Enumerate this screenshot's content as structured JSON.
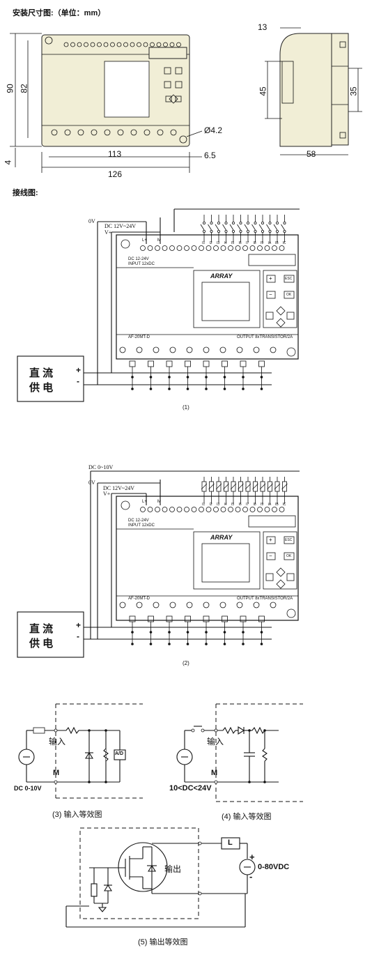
{
  "headings": {
    "install": "安装尺寸图:（单位：mm）",
    "wiring": "接线图:"
  },
  "dimensions": {
    "front": {
      "h90": "90",
      "h82": "82",
      "h4": "4",
      "w113": "113",
      "w126": "126",
      "hole": "Ø4.2",
      "w65": "6.5"
    },
    "side": {
      "d13": "13",
      "h45": "45",
      "h35": "35",
      "w58": "58"
    }
  },
  "wiring1": {
    "v0": "0V",
    "dc": "DC 12V~24V",
    "vplus": "V+",
    "lplus": "L+",
    "m": "M",
    "inputs": [
      "I1",
      "I2",
      "I3",
      "I4",
      "I5",
      "I6",
      "I7",
      "I8",
      "I9",
      "IA",
      "IB",
      "IC"
    ],
    "dcInput": "DC  12-24V",
    "inputLabel": "INPUT  12xDC",
    "brand": "ARRAY",
    "model": "AF-20MT-D",
    "output": "OUTPUT 8xTRANSISTOR/2A",
    "keys": {
      "plus": "+",
      "minus": "−",
      "esc": "ESC",
      "ok": "OK"
    },
    "supplyLine1": "直 流",
    "supplyLine2": "供 电",
    "plus": "+",
    "minus": "-",
    "caption": "(1)"
  },
  "wiring2": {
    "dc010": "DC 0~10V",
    "v0": "0V",
    "dc": "DC 12V~24V",
    "vplus": "V+",
    "lplus": "L+",
    "m": "M",
    "inputs": [
      "I1",
      "I2",
      "I3",
      "I4",
      "I5",
      "I6",
      "I7",
      "I8",
      "I9",
      "IA",
      "IB",
      "IC"
    ],
    "dcInput": "DC  12-24V",
    "inputLabel": "INPUT  12xDC",
    "brand": "ARRAY",
    "model": "AF-20MT-D",
    "output": "OUTPUT 8xTRANSISTOR/2A",
    "keys": {
      "plus": "+",
      "minus": "−",
      "esc": "ESC",
      "ok": "OK"
    },
    "supplyLine1": "直 流",
    "supplyLine2": "供 电",
    "plus": "+",
    "minus": "-",
    "caption": "(2)"
  },
  "equivalent": {
    "c3": {
      "input": "输入",
      "m": "M",
      "dc": "DC 0-10V",
      "ad": "A/D",
      "caption": "(3) 输入等效图"
    },
    "c4": {
      "input": "输入",
      "m": "M",
      "dc": "10<DC<24V",
      "caption": "(4) 输入等效图"
    },
    "c5": {
      "output": "输出",
      "load": "L",
      "plus": "+",
      "minus": "-",
      "dc": "0-80VDC",
      "caption": "(5) 输出等效图"
    }
  }
}
